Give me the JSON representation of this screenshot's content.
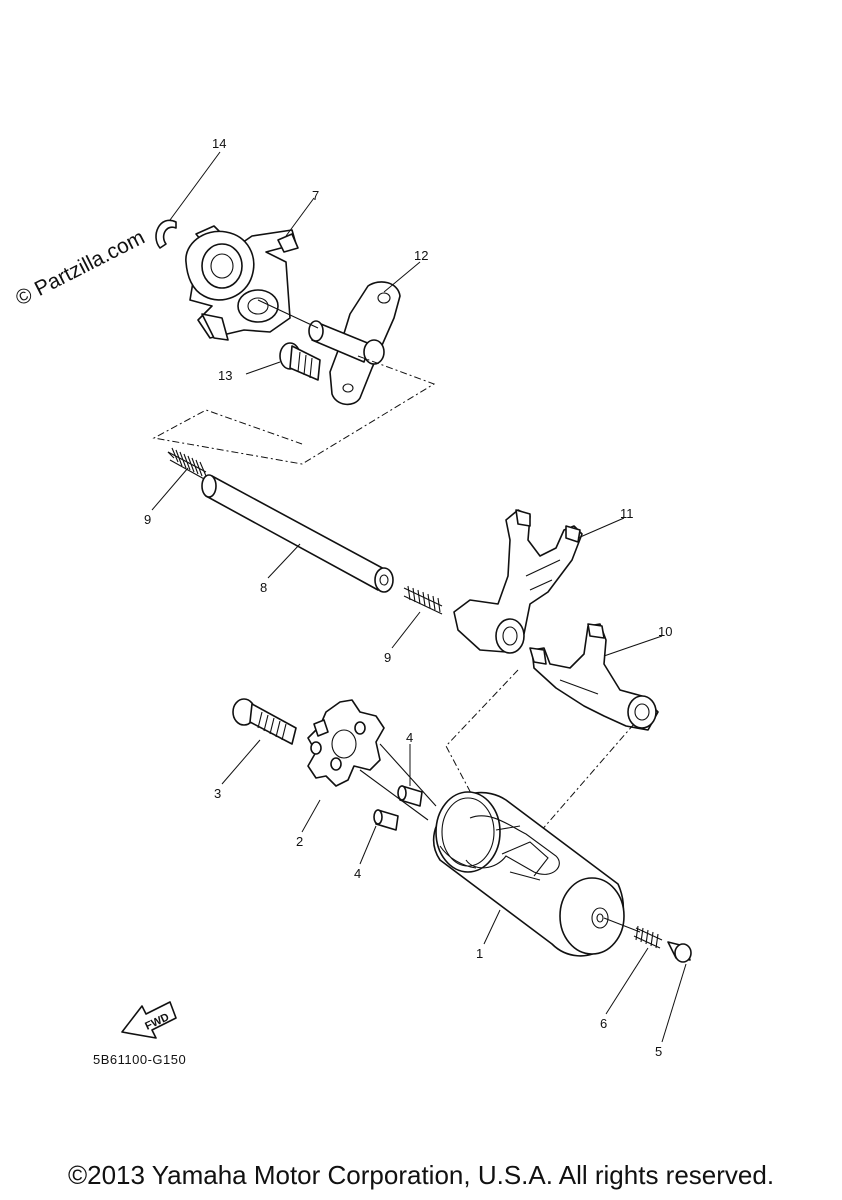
{
  "watermark": "© Partzilla.com",
  "diagram_code": "5B61100-G150",
  "copyright": "©2013 Yamaha Motor Corporation, U.S.A. All rights reserved.",
  "fwd_arrow_label": "FWD",
  "callouts": {
    "c14": "14",
    "c7": "7",
    "c12": "12",
    "c13": "13",
    "c9a": "9",
    "c8": "8",
    "c9b": "9",
    "c11": "11",
    "c10": "10",
    "c3": "3",
    "c2": "2",
    "c4a": "4",
    "c4b": "4",
    "c1": "1",
    "c6": "6",
    "c5": "5"
  }
}
